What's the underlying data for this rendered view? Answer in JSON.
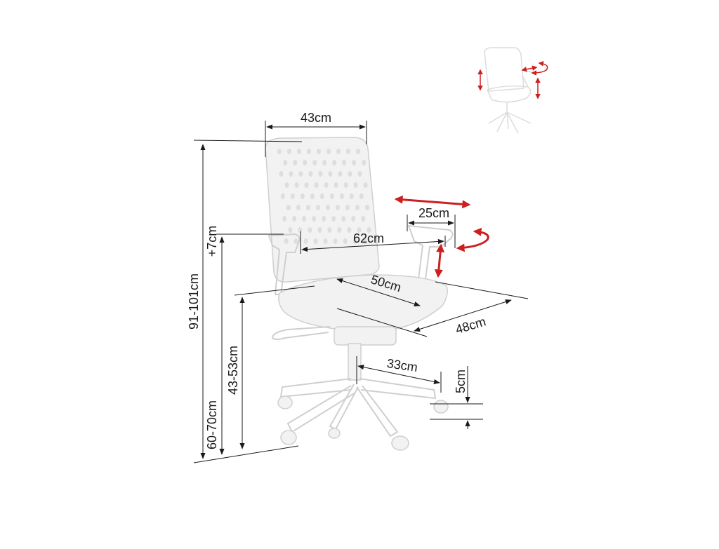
{
  "dimensions": {
    "backrest_width": "43cm",
    "armrest_depth": "25cm",
    "width_between_armrests": "62cm",
    "seat_depth": "50cm",
    "seat_width": "48cm",
    "base_radius": "33cm",
    "caster_height": "5cm",
    "armrest_adjust": "+7cm",
    "total_height": "91-101cm",
    "seat_height": "43-53cm",
    "armrest_height": "60-70cm"
  },
  "colors": {
    "adjustment_arrow": "#cc1f1f",
    "dimension_line": "#1a1a1a",
    "chair_outline": "#cfcfcf"
  }
}
